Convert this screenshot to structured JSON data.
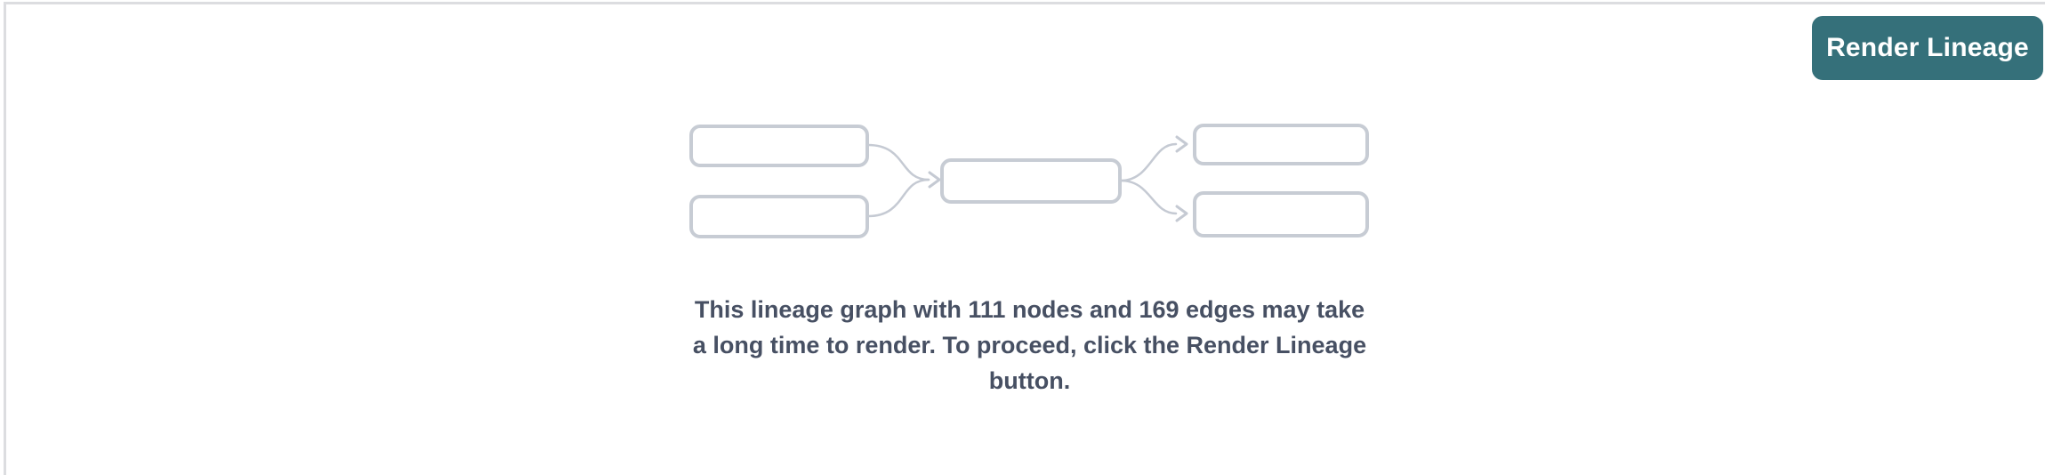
{
  "panel": {
    "background_color": "#ffffff",
    "border_color": "#dcdde0"
  },
  "toolbar": {
    "render_button_label": "Render Lineage",
    "render_button_bg": "#35707a",
    "render_button_text_color": "#ffffff"
  },
  "empty_state": {
    "node_count": 111,
    "edge_count": 169,
    "message_lines": [
      "This lineage graph with 111 nodes and 169 edges may take",
      "a long time to render. To proceed, click the Render Lineage",
      "button."
    ],
    "message_text_color": "#475063",
    "diagram": {
      "description": "placeholder-lineage-graph",
      "node_fill": "#ffffff",
      "node_border_color": "#c7ccd4",
      "edge_color": "#c5cad3",
      "node_count": 5,
      "edge_count": 4
    }
  }
}
